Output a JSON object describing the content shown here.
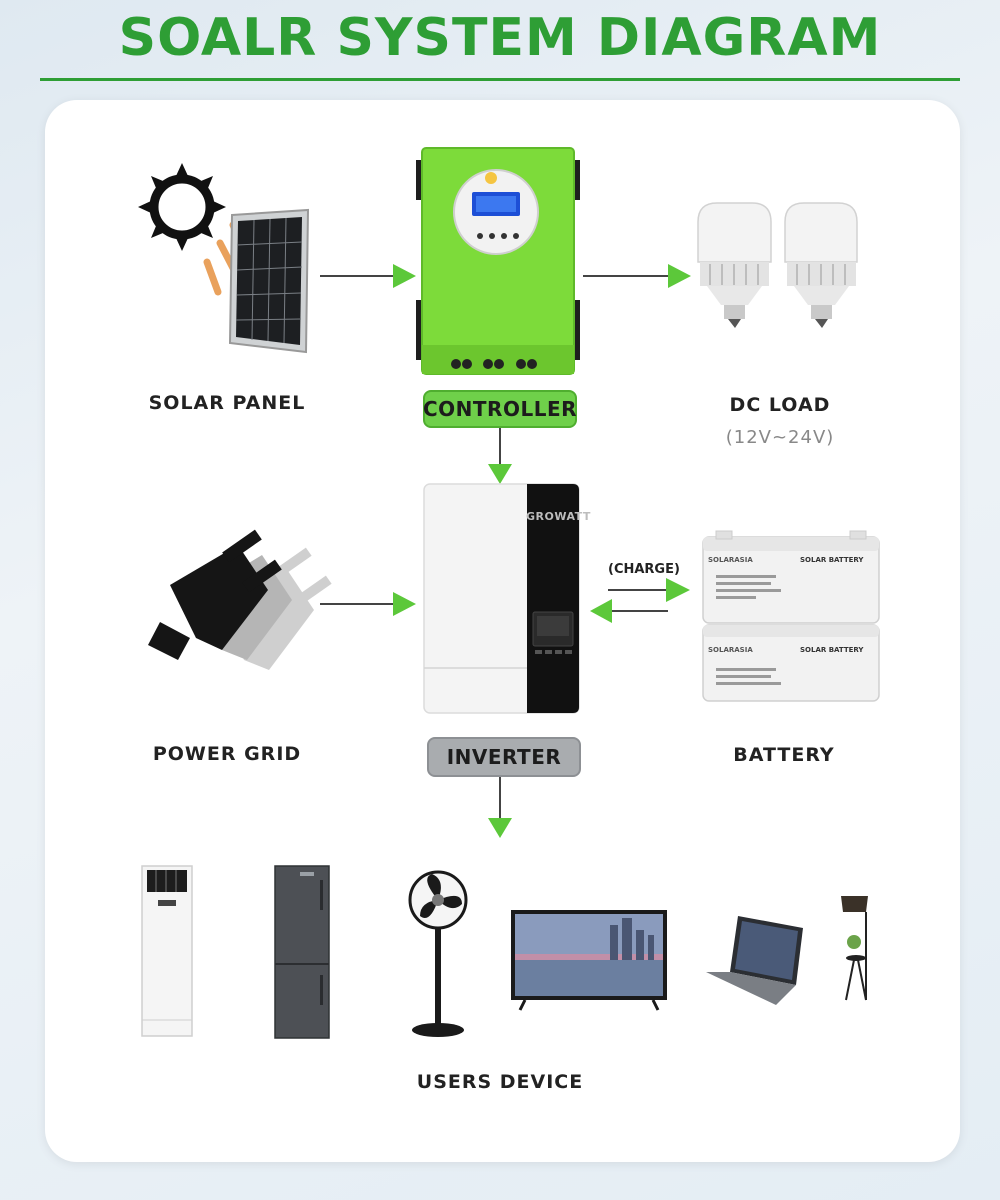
{
  "title": "SOALR SYSTEM DIAGRAM",
  "nodes": {
    "solar_panel": "SOLAR  PANEL",
    "controller": "CONTROLLER",
    "dc_load": "DC  LOAD",
    "dc_load_range": "(12V~24V)",
    "power_grid": "POWER  GRID",
    "inverter": "INVERTER",
    "battery": "BATTERY",
    "users_device": "USERS  DEVICE",
    "charge": "(CHARGE)"
  },
  "brand": {
    "inverter_logo": "GROWATT",
    "battery_brand": "SOLARASIA",
    "battery_label": "SOLAR BATTERY"
  },
  "colors": {
    "accent_green": "#2e9e35",
    "arrow_green": "#5cc83a",
    "controller_green": "#7ddb3a"
  }
}
